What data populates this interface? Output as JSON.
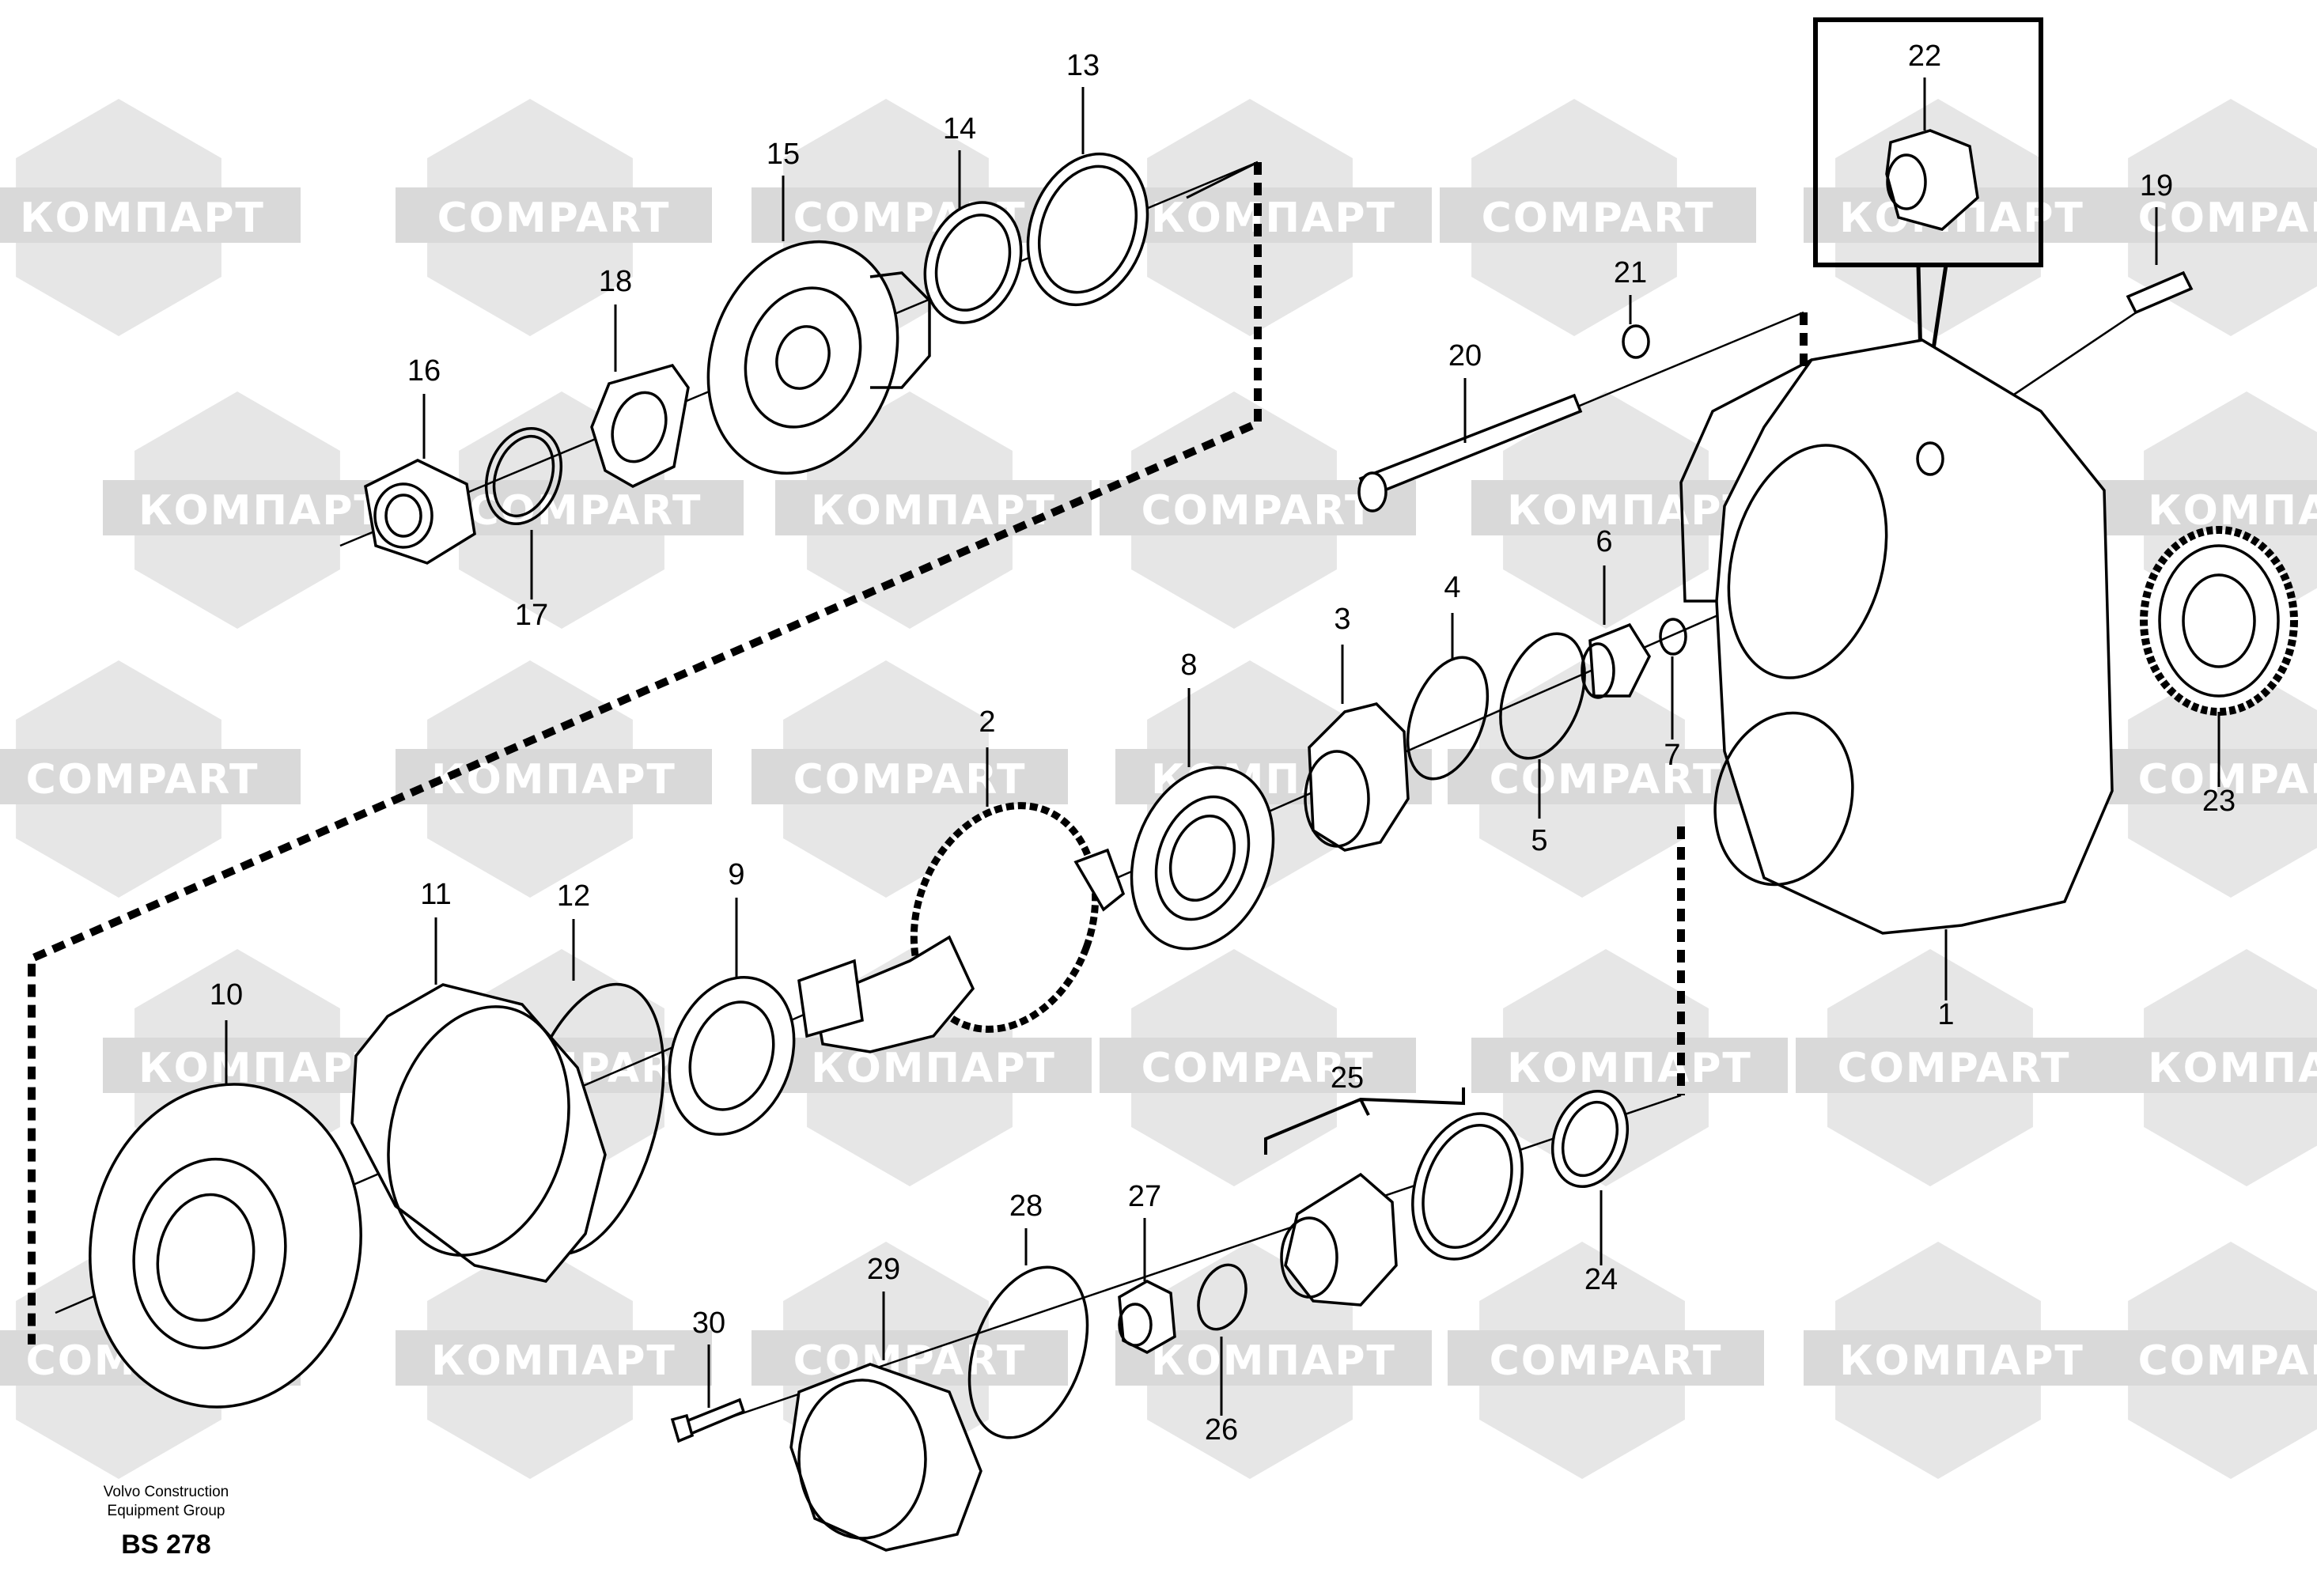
{
  "watermarks": [
    {
      "text": "COMPART"
    },
    {
      "text": "КОМПАРТ"
    }
  ],
  "callouts": [
    "1",
    "2",
    "3",
    "4",
    "5",
    "6",
    "7",
    "8",
    "9",
    "10",
    "11",
    "12",
    "13",
    "14",
    "15",
    "16",
    "17",
    "18",
    "19",
    "20",
    "21",
    "22",
    "23",
    "24",
    "25",
    "26",
    "27",
    "28",
    "29",
    "30"
  ],
  "footer": {
    "line1": "Volvo Construction",
    "line2": "Equipment Group",
    "code": "BS 278"
  },
  "colors": {
    "watermark_shape": "#e6e6e6",
    "watermark_text_bg": "#d9d9d9",
    "ink": "#000000"
  }
}
